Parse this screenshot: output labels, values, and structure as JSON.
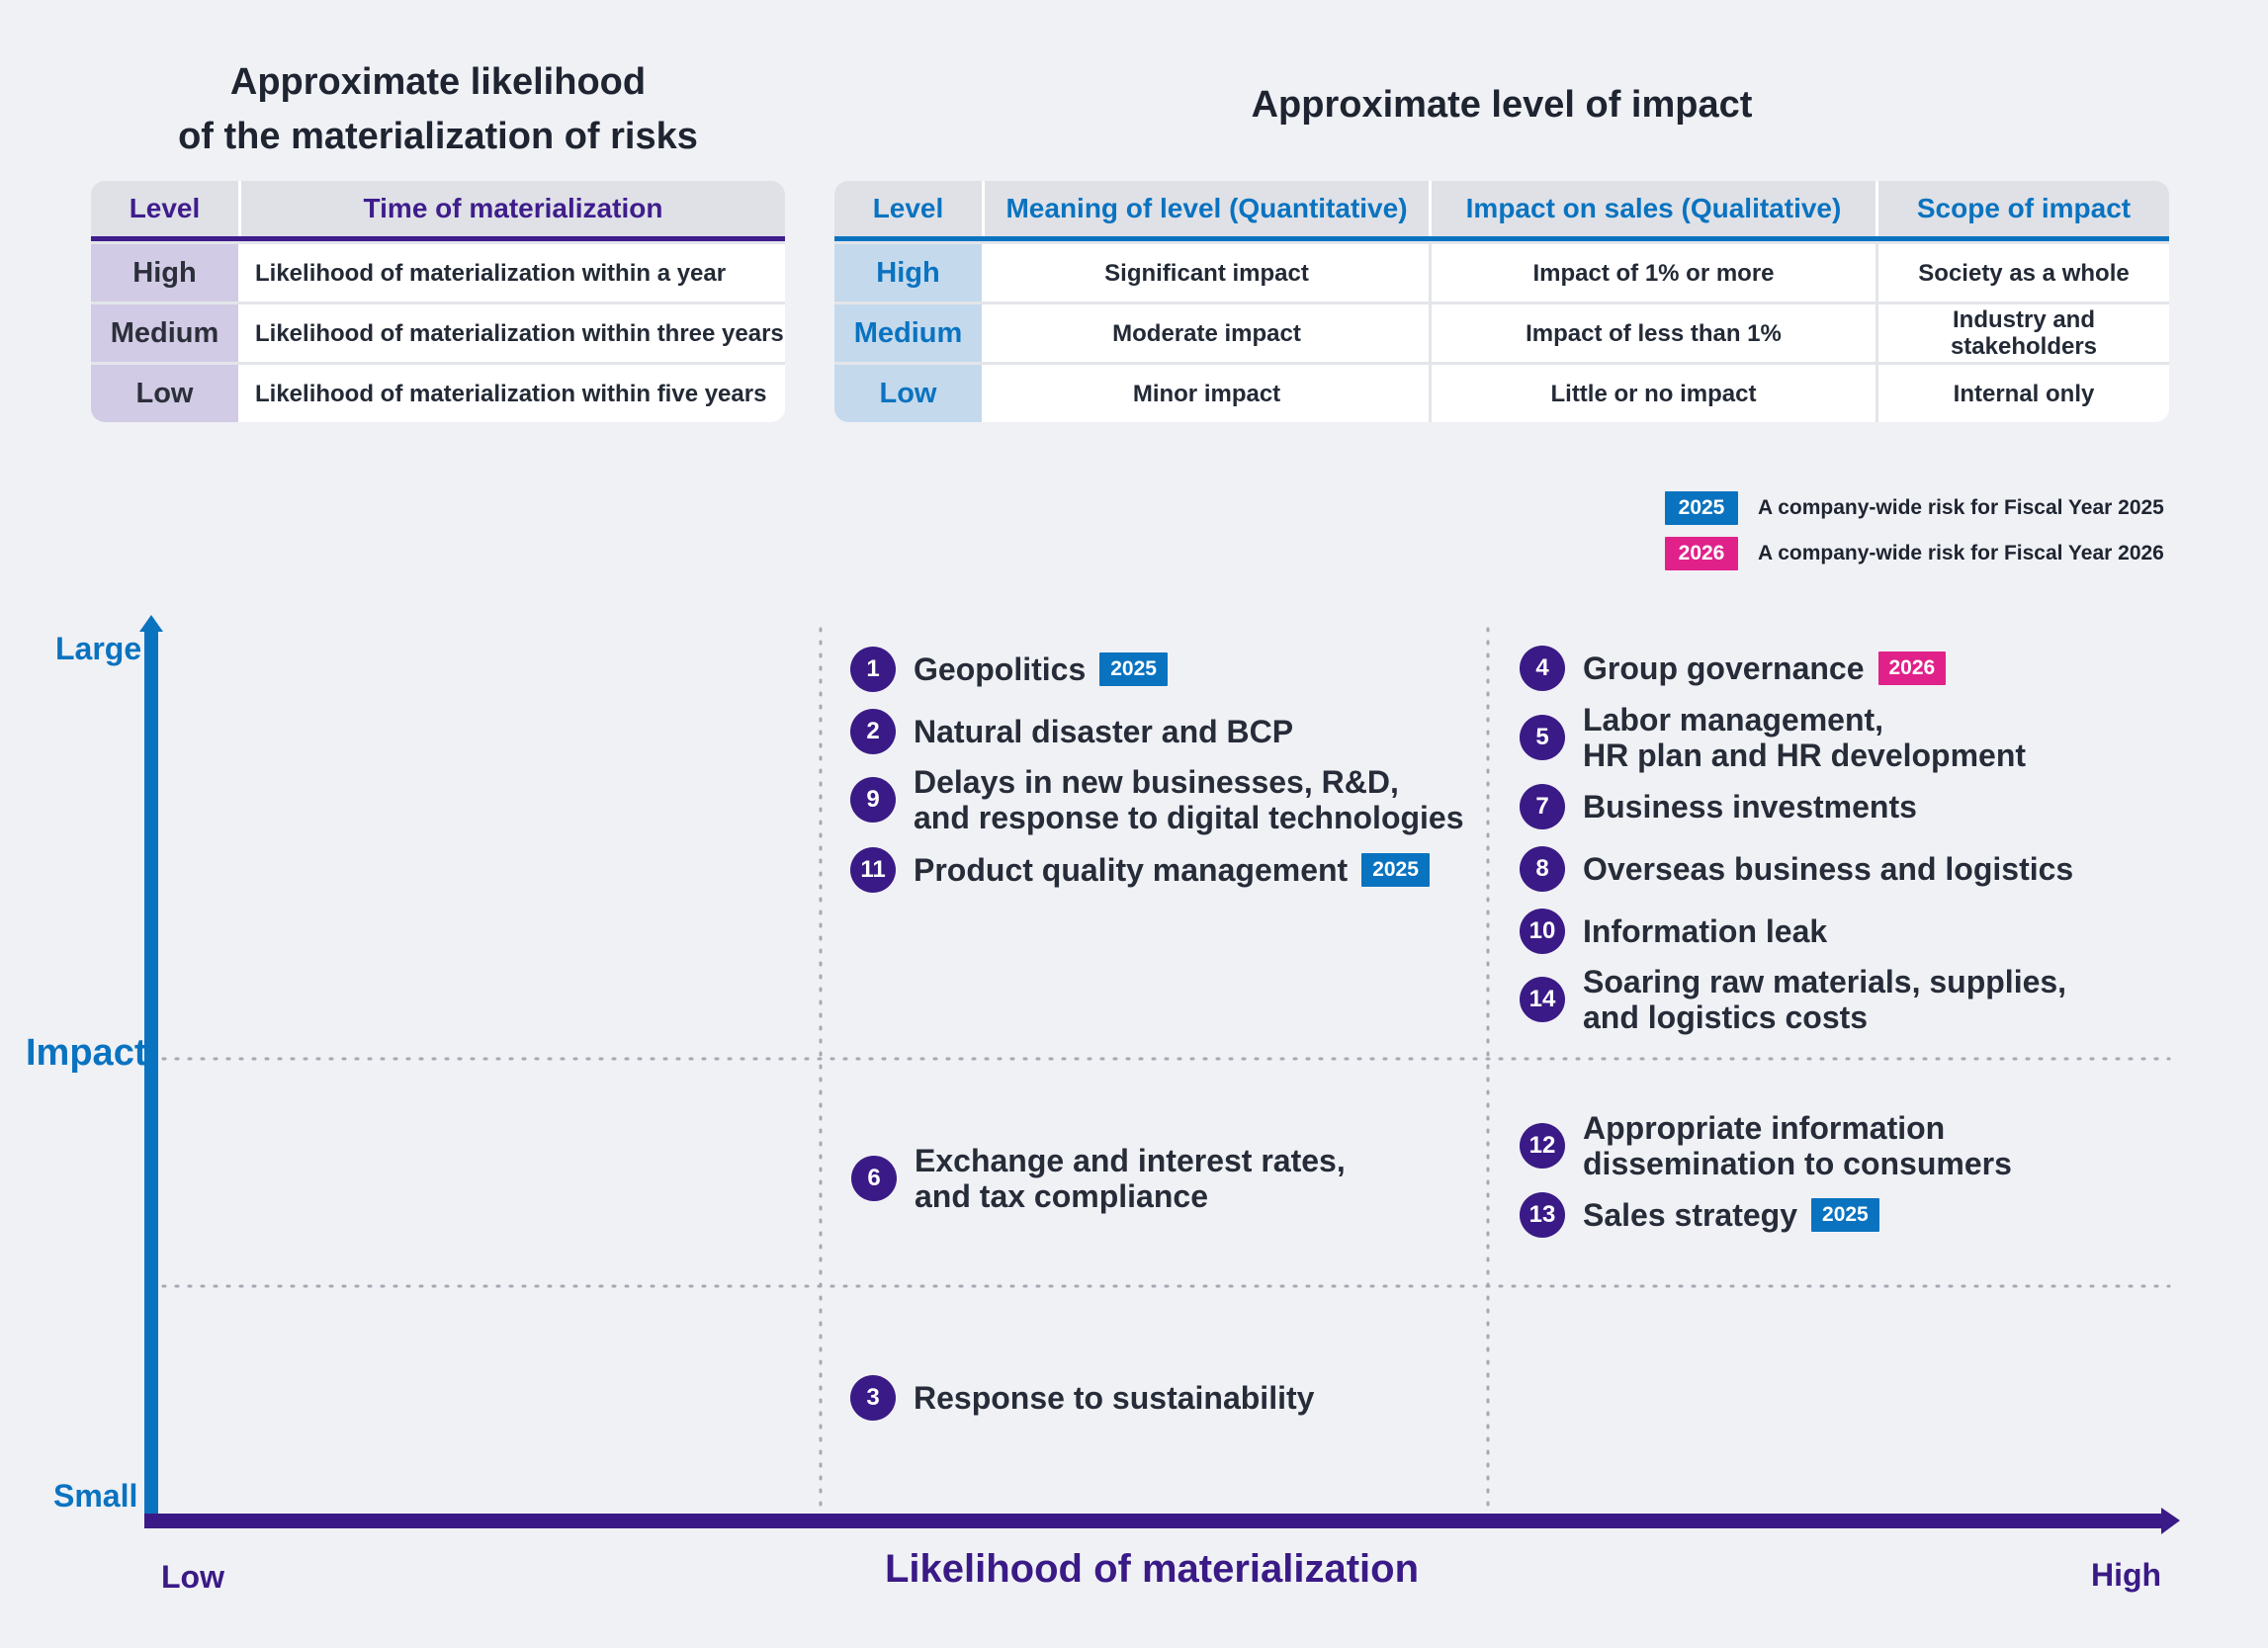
{
  "colors": {
    "purple": "#3a1a86",
    "blue": "#0a73c0",
    "pink": "#e0218a",
    "badge_2025": "#0a73c0",
    "badge_2026": "#e0218a"
  },
  "likelihood_table": {
    "title": "Approximate likelihood\nof the materialization of risks",
    "headers": [
      "Level",
      "Time of materialization"
    ],
    "rows": [
      {
        "level": "High",
        "time": "Likelihood of materialization within a year"
      },
      {
        "level": "Medium",
        "time": "Likelihood of materialization within three years"
      },
      {
        "level": "Low",
        "time": "Likelihood of materialization within five years"
      }
    ]
  },
  "impact_table": {
    "title": "Approximate level of impact",
    "headers": [
      "Level",
      "Meaning of level (Quantitative)",
      "Impact on sales (Qualitative)",
      "Scope of impact"
    ],
    "rows": [
      {
        "level": "High",
        "meaning": "Significant impact",
        "sales": "Impact of 1% or more",
        "scope": "Society as a whole"
      },
      {
        "level": "Medium",
        "meaning": "Moderate impact",
        "sales": "Impact of less than 1%",
        "scope": "Industry and\nstakeholders"
      },
      {
        "level": "Low",
        "meaning": "Minor impact",
        "sales": "Little or no impact",
        "scope": "Internal only"
      }
    ]
  },
  "legend": [
    {
      "badge": "2025",
      "text": "A company-wide risk for Fiscal Year 2025"
    },
    {
      "badge": "2026",
      "text": "A company-wide risk for Fiscal Year 2026"
    }
  ],
  "axes": {
    "y_title": "Impact",
    "y_top": "Large",
    "y_bottom": "Small",
    "x_title": "Likelihood of materialization",
    "x_left": "Low",
    "x_right": "High"
  },
  "risks": [
    {
      "num": "1",
      "label": "Geopolitics",
      "badge": "2025",
      "likelihood": "Medium",
      "impact": "High"
    },
    {
      "num": "2",
      "label": "Natural disaster and BCP",
      "badge": "",
      "likelihood": "Medium",
      "impact": "High"
    },
    {
      "num": "9",
      "label": "Delays in new businesses, R&D,\nand response to digital technologies",
      "badge": "",
      "likelihood": "Medium",
      "impact": "High"
    },
    {
      "num": "11",
      "label": "Product quality management",
      "badge": "2025",
      "likelihood": "Medium",
      "impact": "High"
    },
    {
      "num": "4",
      "label": "Group governance",
      "badge": "2026",
      "likelihood": "High",
      "impact": "High"
    },
    {
      "num": "5",
      "label": "Labor management,\nHR plan and HR development",
      "badge": "",
      "likelihood": "High",
      "impact": "High"
    },
    {
      "num": "7",
      "label": "Business investments",
      "badge": "",
      "likelihood": "High",
      "impact": "High"
    },
    {
      "num": "8",
      "label": "Overseas business and logistics",
      "badge": "",
      "likelihood": "High",
      "impact": "High"
    },
    {
      "num": "10",
      "label": "Information leak",
      "badge": "",
      "likelihood": "High",
      "impact": "High"
    },
    {
      "num": "14",
      "label": "Soaring raw materials, supplies,\nand logistics costs",
      "badge": "",
      "likelihood": "High",
      "impact": "High"
    },
    {
      "num": "6",
      "label": "Exchange and interest rates,\nand tax compliance",
      "badge": "",
      "likelihood": "Medium",
      "impact": "Medium"
    },
    {
      "num": "12",
      "label": "Appropriate information\ndissemination to consumers",
      "badge": "",
      "likelihood": "High",
      "impact": "Medium"
    },
    {
      "num": "13",
      "label": "Sales strategy",
      "badge": "2025",
      "likelihood": "High",
      "impact": "Medium"
    },
    {
      "num": "3",
      "label": "Response to sustainability",
      "badge": "",
      "likelihood": "Medium",
      "impact": "Low"
    }
  ]
}
